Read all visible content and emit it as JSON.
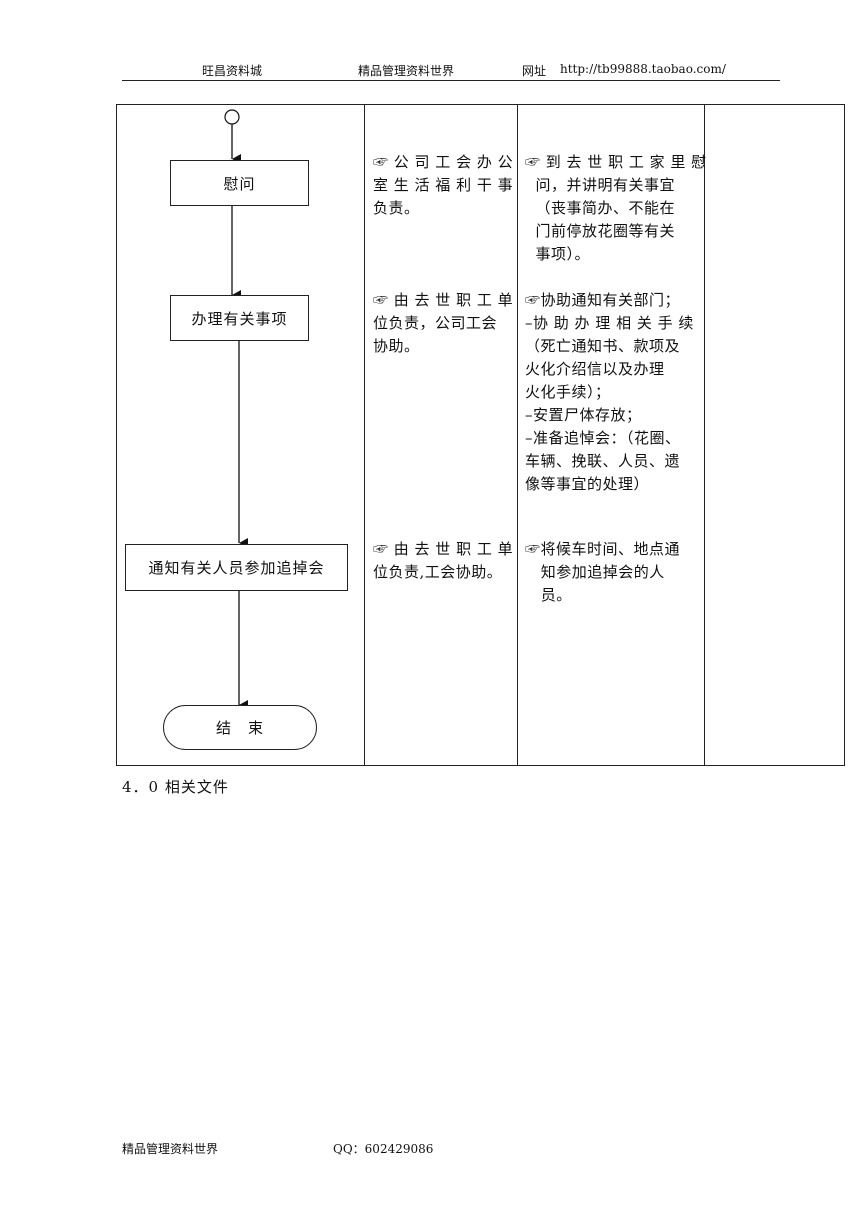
{
  "header": {
    "left": "旺昌资料城",
    "center": "精品管理资料世界",
    "right_label": "网址",
    "right_url": "http://tb99888.taobao.com/"
  },
  "flow": {
    "step1": "慰问",
    "step2": "办理有关事项",
    "step3": "通知有关人员参加追掉会",
    "end": "结　束"
  },
  "responsibility": {
    "r1": "☞ 公 司 工 会 办 公\n室 生 活 福 利 干 事\n负责。",
    "r2": "☞ 由 去 世 职 工 单\n位负责，公司工会\n协助。",
    "r3": "☞ 由 去 世 职 工 单\n位负责,工会协助。"
  },
  "description": {
    "d1": "☞ 到 去 世 职 工 家 里 慰\n  问，并讲明有关事宜\n  （丧事简办、不能在\n  门前停放花圈等有关\n  事项）。",
    "d2": "☞协助通知有关部门；\n–协 助 办 理 相 关 手 续\n（死亡通知书、款项及\n火化介绍信以及办理\n火化手续）；\n–安置尸体存放；\n–准备追悼会：（花圈、\n车辆、挽联、人员、遗\n像等事宜的处理）",
    "d3": "☞将候车时间、地点通\n   知参加追掉会的人\n   员。"
  },
  "section_title": "4．0 相关文件",
  "footer": {
    "left": "精品管理资料世界",
    "qq": "QQ：602429086"
  }
}
